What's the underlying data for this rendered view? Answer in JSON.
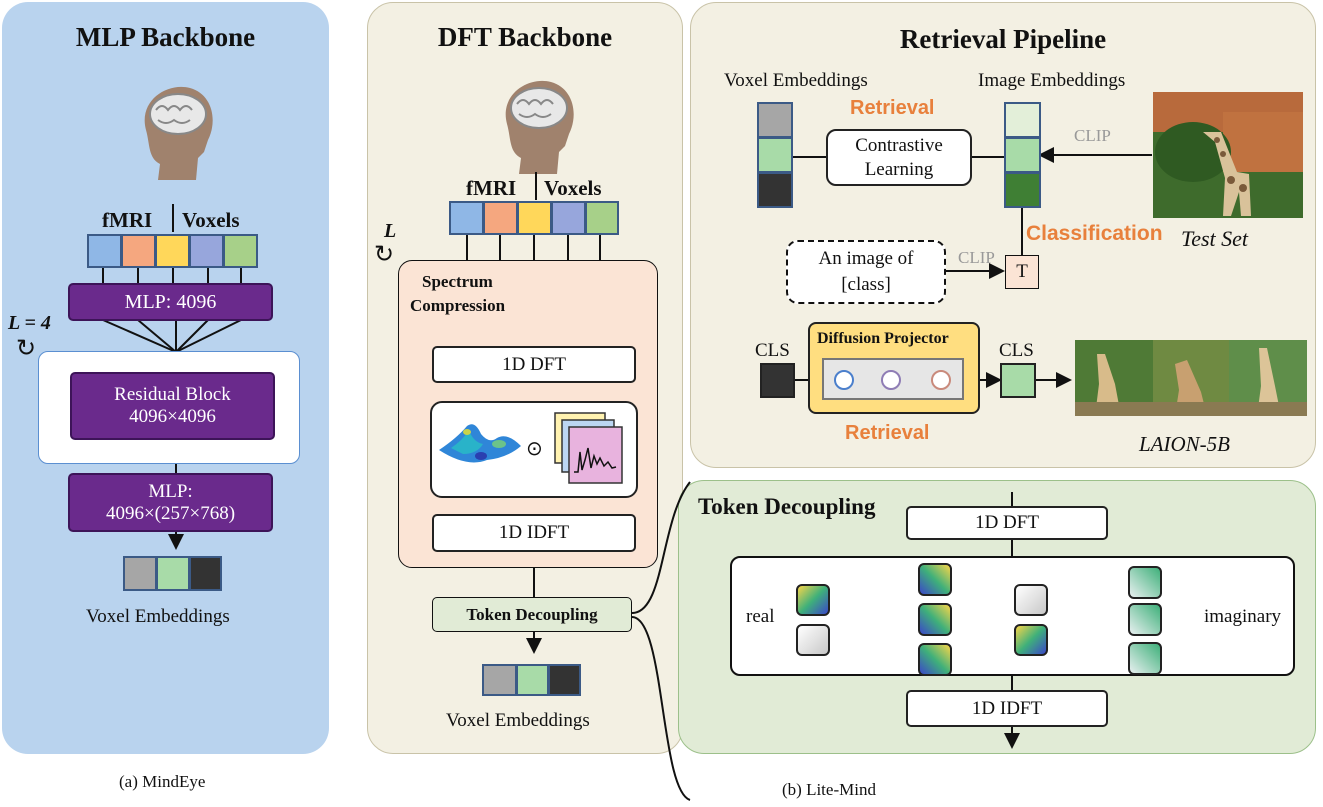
{
  "colors": {
    "panel_a": "#b9d3ee",
    "panel_b": "#f3f0e3",
    "panel_retrieval": "#f3f0e3",
    "panel_token": "#e1ebd6",
    "purple": "#6a2a8c",
    "accent_orange": "#e8803c",
    "voxel_blue": "#8fb7e6",
    "voxel_orange": "#f5a77f",
    "voxel_yellow": "#ffd75a",
    "voxel_violet": "#97a6dc",
    "voxel_green": "#a7d089",
    "emb_gray": "#a6a6a6",
    "emb_green": "#a8dba8",
    "emb_dark": "#333333"
  },
  "mindeye": {
    "title": "MLP Backbone",
    "fmri": "fMRI",
    "voxels": "Voxels",
    "loop": "L = 4",
    "mlp1": "MLP: 4096",
    "residual": "Residual Block",
    "residual_dim": "4096×4096",
    "mlp2": "MLP:",
    "mlp2_dim": "4096×(257×768)",
    "emb_label": "Voxel Embeddings",
    "caption": "(a) MindEye"
  },
  "litemind": {
    "title": "DFT Backbone",
    "fmri": "fMRI",
    "voxels": "Voxels",
    "loop": "L",
    "spectrum": "Spectrum",
    "compression": "Compression",
    "dft": "1D DFT",
    "idft": "1D IDFT",
    "token_decoupling": "Token Decoupling",
    "emb_label": "Voxel Embeddings",
    "caption": "(b) Lite-Mind"
  },
  "retrieval": {
    "title": "Retrieval Pipeline",
    "voxel_emb": "Voxel Embeddings",
    "image_emb": "Image Embeddings",
    "retrieval_top": "Retrieval",
    "contrastive": "Contrastive",
    "learning": "Learning",
    "clip1": "CLIP",
    "clip2": "CLIP",
    "classification": "Classification",
    "test_set": "Test Set",
    "an_image_of": "An image of",
    "class": "[class]",
    "t": "T",
    "cls_in": "CLS",
    "cls_out": "CLS",
    "diffusion_projector": "Diffusion Projector",
    "retrieval_bottom": "Retrieval",
    "laion": "LAION-5B"
  },
  "token": {
    "title": "Token Decoupling",
    "dft": "1D DFT",
    "idft": "1D IDFT",
    "real": "real",
    "imaginary": "imaginary"
  },
  "icons": [
    "brain-head-icon",
    "loop-arrow-icon",
    "giraffe-photo",
    "spectrum-plot-icon"
  ]
}
